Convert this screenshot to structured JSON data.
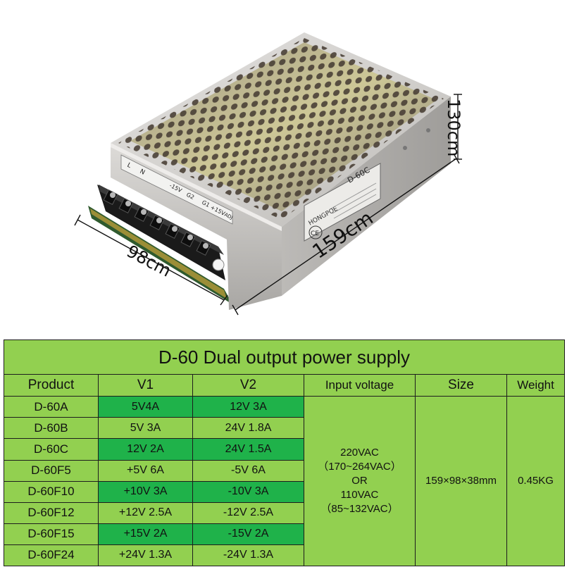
{
  "photo": {
    "dimension_labels": {
      "height": "130cm",
      "depth": "98cm",
      "width": "159cm"
    },
    "label_text": {
      "terminal_l": "L",
      "terminal_n": "N",
      "brand": "HONGPOE",
      "model": "D-60C",
      "ce_mark": "CE",
      "output_minus_15v": "-15V",
      "g2": "G2",
      "g1": "G1",
      "output_plus_15v": "+15V",
      "adj": "ADJ"
    }
  },
  "table": {
    "title": "D-60 Dual output power supply",
    "headers": {
      "product": "Product",
      "v1": "V1",
      "v2": "V2",
      "input_voltage": "Input voltage",
      "size": "Size",
      "weight": "Weight"
    },
    "rows": [
      {
        "product": "D-60A",
        "v1": "5V4A",
        "v2": "12V 3A",
        "highlight": true
      },
      {
        "product": "D-60B",
        "v1": "5V 3A",
        "v2": "24V 1.8A",
        "highlight": false
      },
      {
        "product": "D-60C",
        "v1": "12V 2A",
        "v2": "24V 1.5A",
        "highlight": true
      },
      {
        "product": "D-60F5",
        "v1": "+5V 6A",
        "v2": "-5V 6A",
        "highlight": false
      },
      {
        "product": "D-60F10",
        "v1": "+10V 3A",
        "v2": "-10V 3A",
        "highlight": true
      },
      {
        "product": "D-60F12",
        "v1": "+12V 2.5A",
        "v2": "-12V 2.5A",
        "highlight": false
      },
      {
        "product": "D-60F15",
        "v1": "+15V 2A",
        "v2": "-15V 2A",
        "highlight": true
      },
      {
        "product": "D-60F24",
        "v1": "+24V 1.3A",
        "v2": "-24V 1.3A",
        "highlight": false
      }
    ],
    "input_voltage_lines": [
      "220VAC",
      "（170~264VAC）",
      "OR",
      "110VAC",
      "（85~132VAC）"
    ],
    "size": "159×98×38mm",
    "weight": "0.45KG"
  },
  "colors": {
    "table_green": "#92d050",
    "highlight_green": "#1fb24a",
    "chassis_silver": "#c8c6c4",
    "terminal_black": "#1a1a1a",
    "pcb_green": "#2f5a2e"
  }
}
